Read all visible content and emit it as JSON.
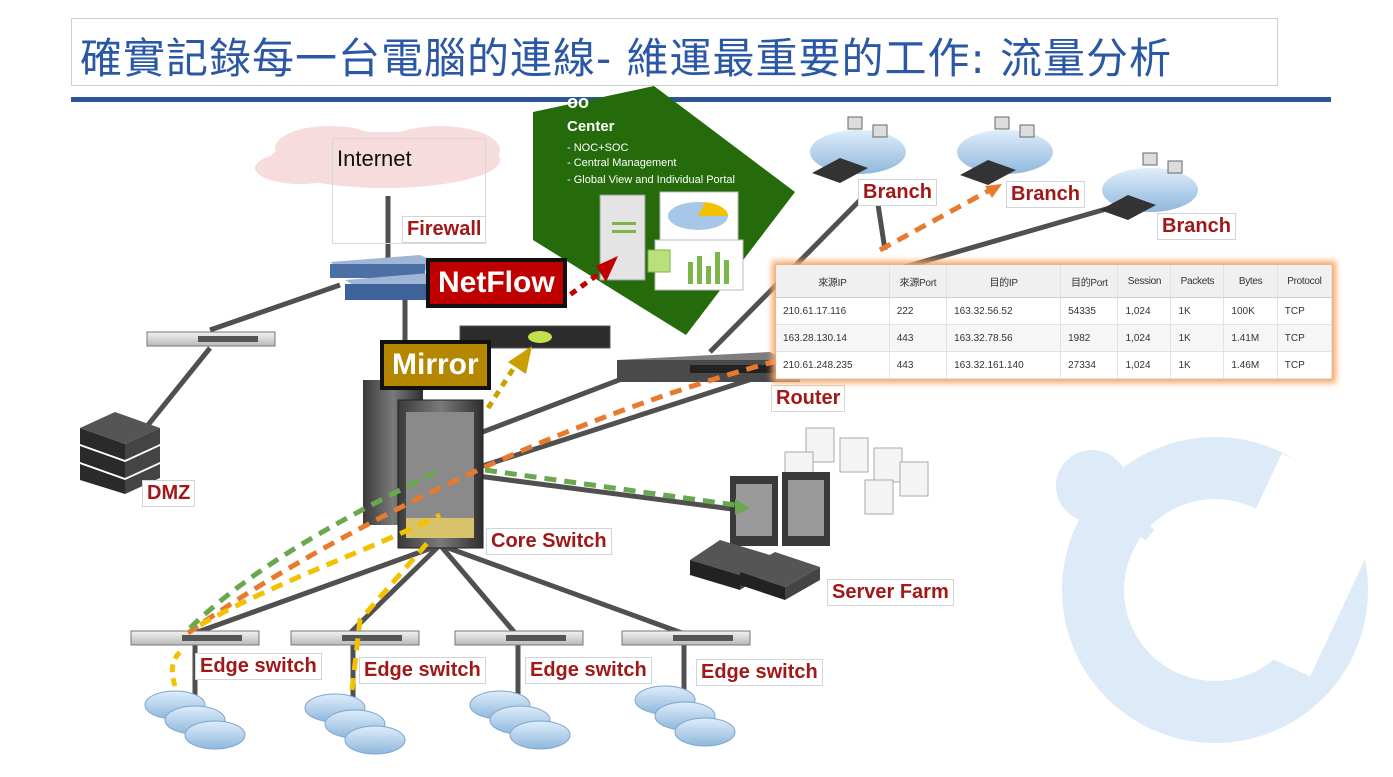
{
  "title": "確實記錄每一台電腦的連線- 維運最重要的工作: 流量分析",
  "internet_label": "Internet",
  "labels": {
    "firewall": "Firewall",
    "netflow": "NetFlow",
    "mirror": "Mirror",
    "dmz": "DMZ",
    "core_switch": "Core Switch",
    "router": "Router",
    "server_farm": "Server Farm",
    "branch": [
      "Branch",
      "Branch",
      "Branch"
    ],
    "edge_switch": [
      "Edge switch",
      "Edge switch",
      "Edge switch",
      "Edge switch"
    ]
  },
  "soc_panel": {
    "title_line1": "oo",
    "title_line2": "Center",
    "items": [
      "- NOC+SOC",
      "- Central Management",
      "- Global View and Individual Portal"
    ]
  },
  "flow_table": {
    "headers": [
      "來源IP",
      "來源Port",
      "目的IP",
      "目的Port",
      "Session",
      "Packets",
      "Bytes",
      "Protocol"
    ],
    "rows": [
      [
        "210.61.17.116",
        "222",
        "163.32.56.52",
        "54335",
        "1,024",
        "1K",
        "100K",
        "TCP"
      ],
      [
        "163.28.130.14",
        "443",
        "163.32.78.56",
        "1982",
        "1,024",
        "1K",
        "1.41M",
        "TCP"
      ],
      [
        "210.61.248.235",
        "443",
        "163.32.161.140",
        "27334",
        "1,024",
        "1K",
        "1.46M",
        "TCP"
      ]
    ]
  },
  "colors": {
    "title": "#2b58a5",
    "rule": "#2f5597",
    "label_text": "#a01818",
    "netflow_bg": "#c00000",
    "mirror_bg": "#b58600",
    "soc_bg": "#266b0b",
    "flow_orange": "#e87a2e",
    "flow_green": "#6aa84f",
    "flow_yellow": "#f2c200",
    "logo": "#dcebf7"
  }
}
